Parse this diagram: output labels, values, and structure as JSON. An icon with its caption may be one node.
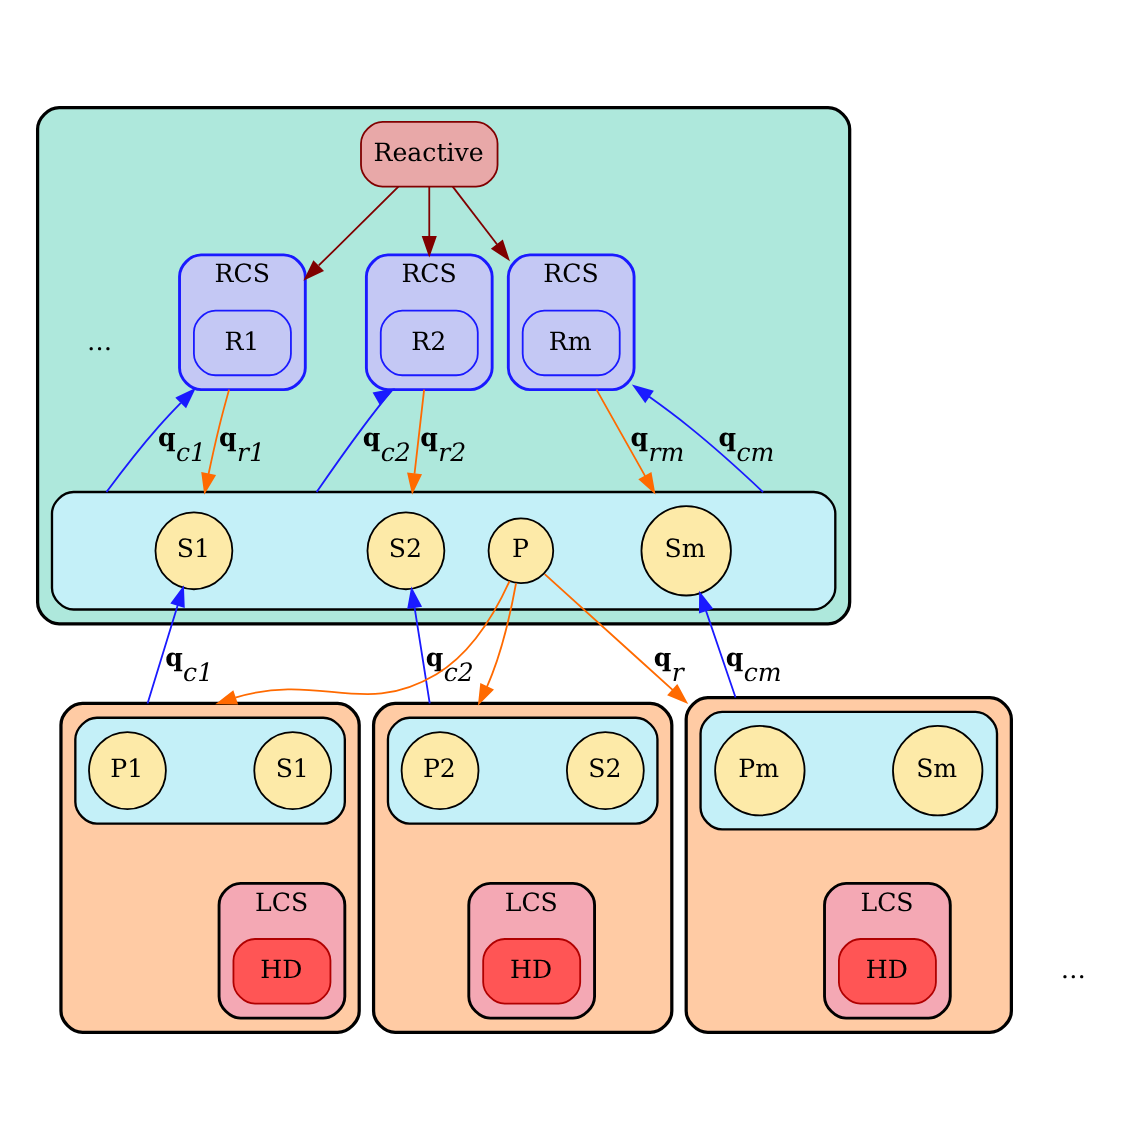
{
  "diagram": {
    "nodes": [
      {
        "text": [],
        "shape": "box"
      },
      {
        "text": [
          "Reactive"
        ],
        "in": 0
      },
      {
        "text": [
          "RCS"
        ],
        "in": 0
      },
      {
        "text": [
          "R1"
        ],
        "in": 2
      },
      {
        "text": [
          "RCS"
        ],
        "in": 0
      },
      {
        "text": [
          "R2"
        ],
        "in": 4
      },
      {
        "text": [
          "RCS"
        ],
        "in": 0
      },
      {
        "text": [
          "Rm"
        ],
        "in": 6
      },
      {
        "text": [],
        "shape": "bar",
        "in": 0
      },
      {
        "text": [
          "S1"
        ],
        "in": 8
      },
      {
        "text": [
          "S2"
        ],
        "in": 8
      },
      {
        "text": [
          "P"
        ],
        "in": 8
      },
      {
        "text": [
          "Sm"
        ],
        "in": 8
      },
      {
        "text": [],
        "shape": "box"
      },
      {
        "text": [],
        "shape": "bar",
        "in": 13
      },
      {
        "text": [
          "P1"
        ],
        "in": 14
      },
      {
        "text": [
          "S1"
        ],
        "in": 14
      },
      {
        "text": [
          "LCS"
        ],
        "in": 13
      },
      {
        "text": [
          "HD"
        ],
        "in": 17
      },
      {
        "text": [],
        "shape": "box"
      },
      {
        "text": [],
        "shape": "bar",
        "in": 19
      },
      {
        "text": [
          "P2"
        ],
        "in": 20
      },
      {
        "text": [
          "S2"
        ],
        "in": 20
      },
      {
        "text": [
          "LCS"
        ],
        "in": 19
      },
      {
        "text": [
          "HD"
        ],
        "in": 23
      },
      {
        "text": [],
        "shape": "box"
      },
      {
        "text": [],
        "shape": "bar",
        "in": 25
      },
      {
        "text": [
          "Pm"
        ],
        "in": 26
      },
      {
        "text": [
          "Sm"
        ],
        "in": 26
      },
      {
        "text": [
          "LCS"
        ],
        "in": 25
      },
      {
        "text": [
          "HD"
        ],
        "in": 29
      }
    ],
    "edges": [
      {
        "from": 1,
        "to": 2,
        "arrow": "to",
        "color": "#800000"
      },
      {
        "from": 1,
        "to": 4,
        "arrow": "to",
        "color": "#800000"
      },
      {
        "from": 1,
        "to": 6,
        "arrow": "to",
        "color": "#800000"
      },
      {
        "from": 2,
        "to": 8,
        "arrow": "to",
        "label": "**q**$_{r1}$",
        "color": "#ff6a00"
      },
      {
        "from": 8,
        "to": 2,
        "arrow": "to",
        "label": "**q**$_{c1}$",
        "color": "#1a1aff"
      },
      {
        "from": 4,
        "to": 8,
        "arrow": "to",
        "label": "**q**$_{r2}$",
        "color": "#ff6a00"
      },
      {
        "from": 8,
        "to": 4,
        "arrow": "to",
        "label": "**q**$_{c2}$",
        "color": "#1a1aff"
      },
      {
        "from": 6,
        "to": 8,
        "arrow": "to",
        "label": "**q**$_{rm}$",
        "color": "#ff6a00"
      },
      {
        "from": 8,
        "to": 6,
        "arrow": "to",
        "label": "**q**$_{cm}$",
        "color": "#1a1aff"
      },
      {
        "from": 13,
        "to": 9,
        "arrow": "to",
        "label": "**q**$_{c1}$",
        "color": "#1a1aff"
      },
      {
        "from": 19,
        "to": 10,
        "arrow": "to",
        "label": "**q**$_{c2}$",
        "color": "#1a1aff"
      },
      {
        "from": 25,
        "to": 12,
        "arrow": "to",
        "label": "**q**$_{cm}$",
        "color": "#1a1aff"
      },
      {
        "from": 11,
        "to": 13,
        "arrow": "to",
        "color": "#ff6a00"
      },
      {
        "from": 11,
        "to": 19,
        "arrow": "to",
        "color": "#ff6a00"
      },
      {
        "from": 11,
        "to": 25,
        "arrow": "to",
        "label": "**q**$_{r}$",
        "color": "#ff6a00"
      }
    ],
    "labels": [
      "…",
      "…"
    ]
  }
}
